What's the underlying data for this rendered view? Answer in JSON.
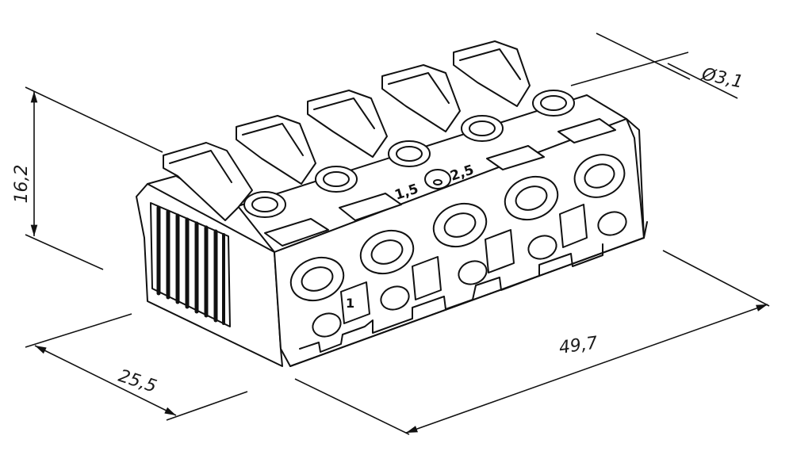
{
  "drawing": {
    "subject": "5-pole lever terminal connector",
    "poles": 5,
    "line_color": "#111111",
    "background": "#ffffff"
  },
  "dimensions": {
    "height": "16,2",
    "width_depth": "25,5",
    "length": "49,7",
    "hole_diameter": "Ø3,1"
  },
  "markings": {
    "wire_size_left": "1,5",
    "wire_size_right": "2,5",
    "terminal_label": "1"
  }
}
